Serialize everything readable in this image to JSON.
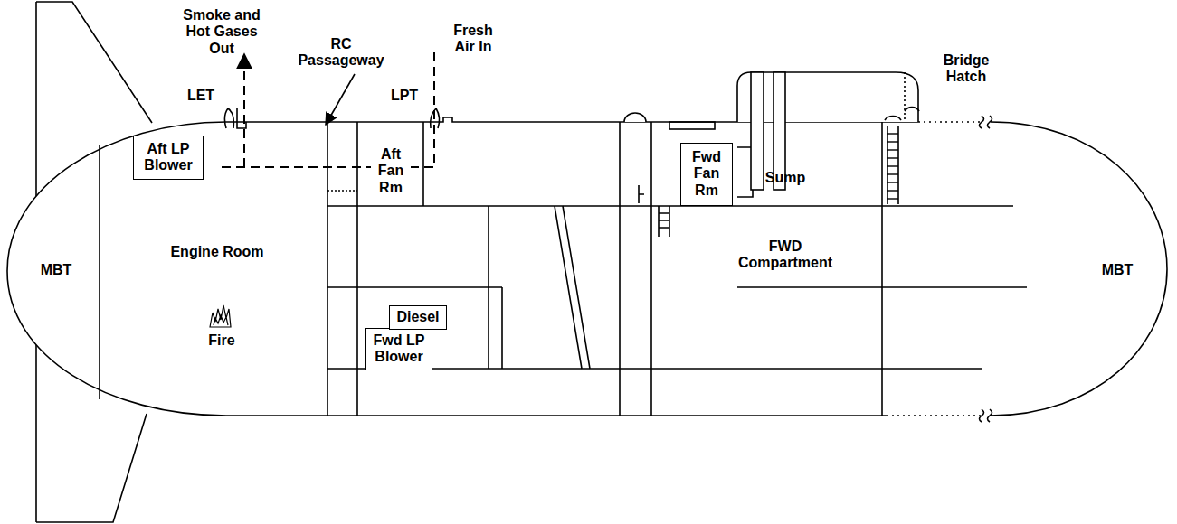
{
  "diagram": {
    "nodes": [
      {
        "text": [
          "Aft LP Blower"
        ]
      },
      {
        "text": [
          "Aft Fan Rm"
        ]
      },
      {
        "text": [
          "Fwd LP Blower"
        ]
      },
      {
        "text": [
          "Diesel"
        ]
      },
      {
        "text": [
          "Fwd Fan Rm"
        ]
      }
    ],
    "labels": [
      "Smoke and Hot Gases Out",
      "RC Passageway",
      "Fresh Air In",
      "LET",
      "LPT",
      "Bridge Hatch",
      "MBT",
      "Engine Room",
      "Fire",
      "FWD Compartment",
      "Sump",
      "MBT"
    ]
  }
}
